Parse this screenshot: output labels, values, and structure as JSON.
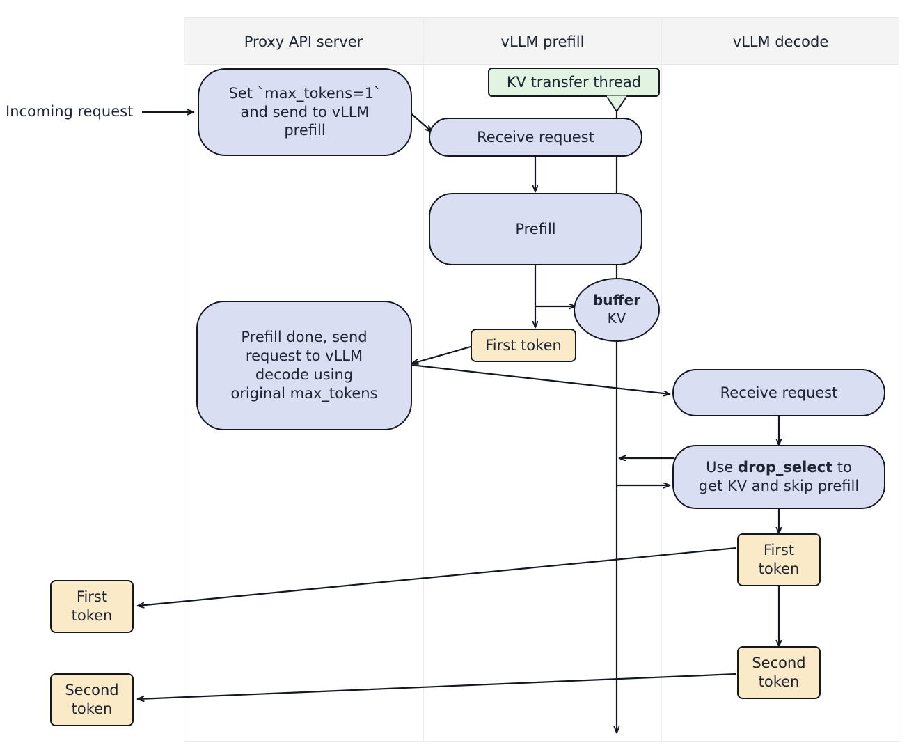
{
  "diagram": {
    "title_note": "KV transfer thread",
    "lanes": [
      {
        "id": "proxy",
        "label": "Proxy API server"
      },
      {
        "id": "prefill",
        "label": "vLLM prefill"
      },
      {
        "id": "decode",
        "label": "vLLM decode"
      }
    ],
    "external_label": "Incoming request",
    "nodes": {
      "proxy_set_max_tokens": "Set `max_tokens=1`\nand send to vLLM\nprefill",
      "proxy_set_max_tokens_lines": [
        "Set `max_tokens=1`",
        "and send to vLLM",
        "prefill"
      ],
      "prefill_receive_request": "Receive request",
      "prefill_prefill": "Prefill",
      "buffer_kv_bold": "buffer",
      "buffer_kv_plain": "KV",
      "prefill_first_token_lines": [
        "First token"
      ],
      "proxy_prefill_done_lines": [
        "Prefill done, send",
        "request to vLLM",
        "decode using",
        "original max_tokens"
      ],
      "decode_receive_request": "Receive request",
      "decode_drop_select_pre": "Use ",
      "decode_drop_select_bold": "drop_select",
      "decode_drop_select_post": " to",
      "decode_drop_select_line2": "get KV and skip prefill",
      "decode_first_token_lines": [
        "First",
        "token"
      ],
      "decode_second_token_lines": [
        "Second",
        "token"
      ],
      "proxy_first_token_lines": [
        "First",
        "token"
      ],
      "proxy_second_token_lines": [
        "Second",
        "token"
      ]
    },
    "colors": {
      "process_fill": "#dadef2",
      "token_fill": "#fbeac8",
      "note_fill": "#e2f3e2",
      "stroke": "#13171f",
      "lane_header_fill": "#f4f4f4",
      "lane_divider": "#ececec",
      "text": "#1d2432"
    }
  }
}
